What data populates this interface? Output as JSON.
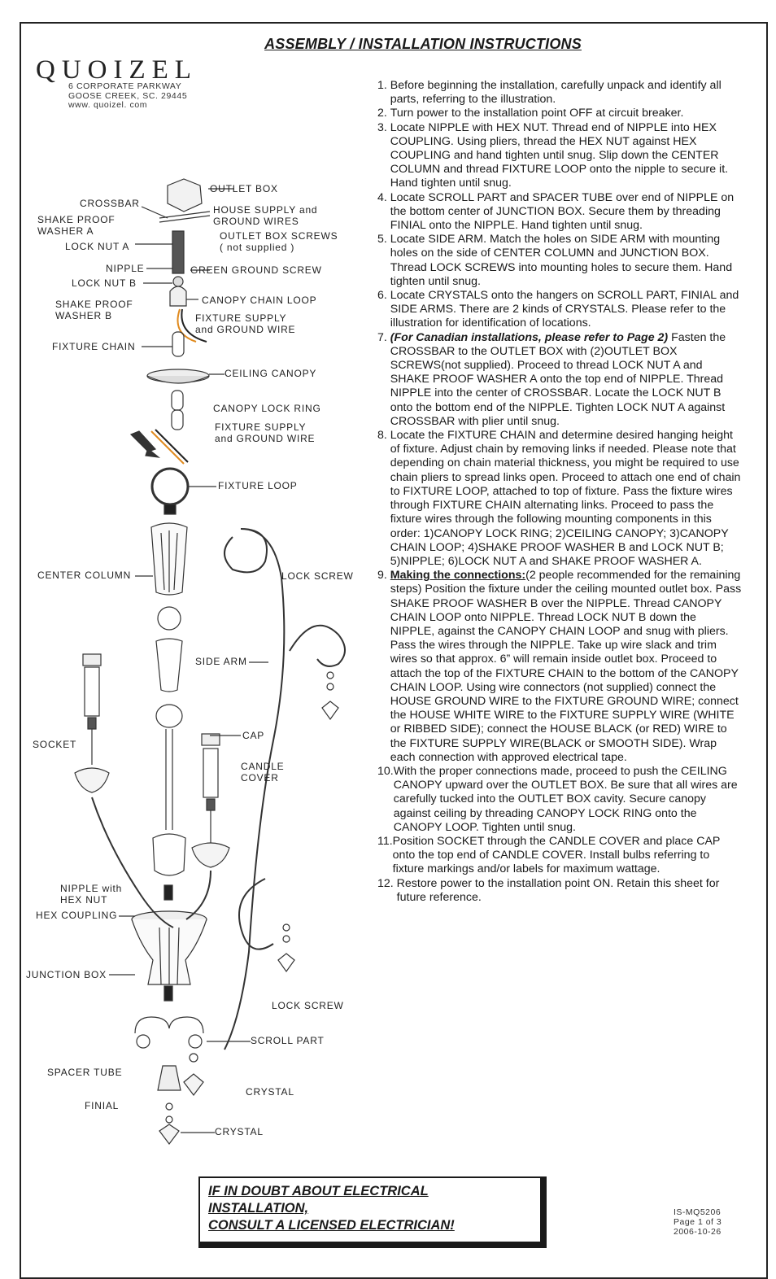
{
  "header": {
    "title": "ASSEMBLY / INSTALLATION INSTRUCTIONS",
    "logo_text": "QUOIZEL",
    "address": [
      "6 CORPORATE PARKWAY",
      "GOOSE CREEK, SC. 29445",
      "www. quoizel. com"
    ]
  },
  "diagram_labels": {
    "outlet_box": "OUTLET BOX",
    "crossbar": "CROSSBAR",
    "house_supply": "HOUSE SUPPLY and\nGROUND WIRES",
    "shake_proof_a": "SHAKE PROOF\nWASHER A",
    "outlet_box_screws": "OUTLET BOX SCREWS\n( not supplied )",
    "lock_nut_a": "LOCK NUT A",
    "nipple": "NIPPLE",
    "green_ground": "GREEN GROUND SCREW",
    "lock_nut_b": "LOCK NUT B",
    "shake_proof_b": "SHAKE PROOF\nWASHER B",
    "canopy_chain_loop": "CANOPY CHAIN LOOP",
    "fixture_supply_1": "FIXTURE SUPPLY\nand GROUND WIRE",
    "fixture_chain": "FIXTURE CHAIN",
    "ceiling_canopy": "CEILING CANOPY",
    "canopy_lock_ring": "CANOPY LOCK RING",
    "fixture_supply_2": "FIXTURE SUPPLY\nand GROUND WIRE",
    "fixture_loop": "FIXTURE LOOP",
    "center_column": "CENTER COLUMN",
    "lock_screw_1": "LOCK SCREW",
    "side_arm": "SIDE ARM",
    "socket": "SOCKET",
    "cap": "CAP",
    "candle_cover": "CANDLE\nCOVER",
    "nipple_hex": "NIPPLE with\nHEX NUT",
    "hex_coupling": "HEX COUPLING",
    "junction_box": "JUNCTION BOX",
    "lock_screw_2": "LOCK SCREW",
    "scroll_part": "SCROLL PART",
    "spacer_tube": "SPACER TUBE",
    "crystal_1": "CRYSTAL",
    "finial": "FINIAL",
    "crystal_2": "CRYSTAL"
  },
  "steps": [
    {
      "num": "1. ",
      "text": "Before beginning the installation, carefully unpack and identify all parts, referring to the illustration."
    },
    {
      "num": "2. ",
      "text": "Turn power to the installation point OFF at circuit breaker."
    },
    {
      "num": "3. ",
      "text": "Locate NIPPLE with HEX NUT. Thread end of NIPPLE into HEX COUPLING. Using pliers, thread the HEX NUT against HEX COUPLING and hand tighten until snug. Slip down the CENTER COLUMN and thread FIXTURE LOOP onto the nipple to secure it. Hand tighten until snug."
    },
    {
      "num": "4. ",
      "text": "Locate SCROLL PART and SPACER TUBE over end of NIPPLE on the bottom center of JUNCTION BOX. Secure them by threading FINIAL onto the NIPPLE. Hand tighten until snug."
    },
    {
      "num": "5. ",
      "text": "Locate SIDE ARM. Match the holes on SIDE ARM with mounting holes on the side of CENTER COLUMN and JUNCTION BOX. Thread LOCK SCREWS into mounting holes to secure them. Hand tighten until snug."
    },
    {
      "num": "6. ",
      "text": "Locate CRYSTALS onto the hangers on SCROLL PART, FINIAL and SIDE ARMS. There are 2 kinds of CRYSTALS. Please refer to the illustration for identification of locations."
    },
    {
      "num": "7. ",
      "lead": "(For Canadian installations, please refer to Page 2)",
      "text": " Fasten the CROSSBAR to the OUTLET BOX with (2)OUTLET BOX SCREWS(not supplied). Proceed to thread LOCK NUT A and SHAKE PROOF WASHER A onto the top end of NIPPLE. Thread NIPPLE into the center of CROSSBAR. Locate the LOCK NUT B onto the bottom end of the NIPPLE. Tighten LOCK NUT A against CROSSBAR with plier until snug."
    },
    {
      "num": "8. ",
      "text": "Locate the FIXTURE CHAIN and determine desired hanging height of fixture. Adjust chain by removing links if needed. Please note that depending on chain material thickness, you might be required to use chain pliers to spread links open. Proceed to attach one end of chain to FIXTURE LOOP, attached to top of fixture. Pass the fixture wires through FIXTURE CHAIN alternating links. Proceed to pass the fixture wires through the following mounting components in this order: 1)CANOPY LOCK RING; 2)CEILING CANOPY; 3)CANOPY CHAIN LOOP; 4)SHAKE PROOF WASHER B and LOCK NUT B; 5)NIPPLE; 6)LOCK NUT A and SHAKE PROOF WASHER A."
    },
    {
      "num": "9. ",
      "lead": "Making the connections:",
      "text": "(2 people recommended for the remaining steps) Position the fixture under the ceiling mounted outlet box. Pass SHAKE PROOF WASHER B over the NIPPLE. Thread CANOPY CHAIN LOOP onto NIPPLE. Thread LOCK NUT B down the NIPPLE, against the CANOPY CHAIN LOOP and snug with pliers. Pass the wires through the NIPPLE. Take up wire slack and trim wires so that approx. 6” will remain inside outlet box. Proceed to attach the top of the FIXTURE CHAIN to the bottom of the CANOPY CHAIN LOOP. Using wire connectors (not supplied) connect the HOUSE GROUND WIRE to the FIXTURE GROUND WIRE; connect the HOUSE WHITE WIRE to the FIXTURE SUPPLY WIRE (WHITE or RIBBED SIDE); connect the HOUSE BLACK (or RED) WIRE to the FIXTURE SUPPLY WIRE(BLACK or SMOOTH SIDE). Wrap each connection with approved electrical tape."
    },
    {
      "num": "10.",
      "text": "With the proper connections made, proceed to push the CEILING CANOPY upward over the OUTLET BOX. Be sure that all wires are carefully tucked into the OUTLET BOX cavity. Secure canopy against ceiling by threading CANOPY LOCK RING onto the CANOPY LOOP. Tighten until snug."
    },
    {
      "num": "11.",
      "text": "Position SOCKET through the CANDLE COVER and place CAP onto the top end of CANDLE COVER. Install bulbs referring to fixture markings and/or labels for maximum wattage."
    },
    {
      "num": "12. ",
      "text": "Restore power to the installation point ON. Retain this sheet for future reference."
    }
  ],
  "warning": [
    "IF IN DOUBT ABOUT ELECTRICAL INSTALLATION,",
    "CONSULT A LICENSED ELECTRICIAN!"
  ],
  "docinfo": [
    "IS-MQ5206",
    "Page 1 of 3",
    "2006-10-26"
  ]
}
